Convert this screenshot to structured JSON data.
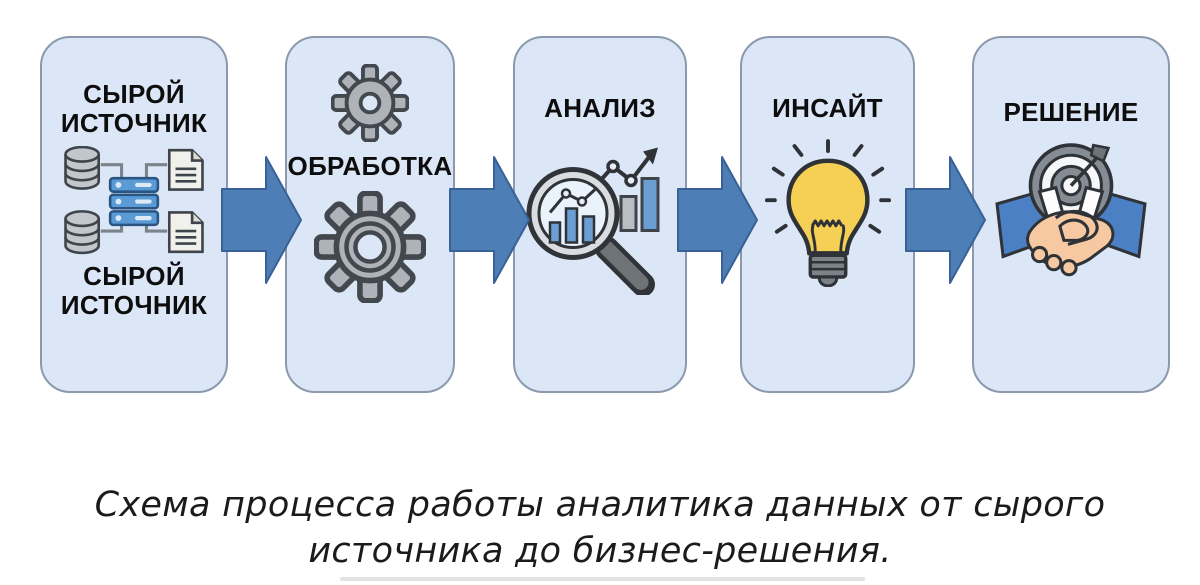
{
  "diagram": {
    "steps": [
      {
        "id": "raw-source",
        "title_top": "СЫРОЙ ИСТОЧНИК",
        "title_bottom": "СЫРОЙ ИСТОЧНИК",
        "icon": "data-sources-icon"
      },
      {
        "id": "processing",
        "title": "ОБРАБОТКА",
        "icon": "gears-icon"
      },
      {
        "id": "analysis",
        "title": "АНАЛИЗ",
        "icon": "magnifier-chart-icon"
      },
      {
        "id": "insight",
        "title": "ИНСАЙТ",
        "icon": "lightbulb-icon"
      },
      {
        "id": "decision",
        "title": "РЕШЕНИЕ",
        "icon": "target-handshake-icon"
      }
    ],
    "caption_line1": "Схема процесса работы аналитика данных от сырого",
    "caption_line2": "источника до бизнес-решения.",
    "colors": {
      "card_fill": "#dbe7f6",
      "card_border": "#8a99ad",
      "arrow_fill": "#4d7eb5",
      "title_color": "#0d0d0d",
      "gear_gray": "#aeb3b9",
      "server_blue": "#5b9bd5",
      "bar_blue": "#6b9fd4",
      "bulb_yellow": "#f6cf55",
      "sleeve_blue": "#4b80c4",
      "hand_skin": "#f7c9a3"
    }
  }
}
